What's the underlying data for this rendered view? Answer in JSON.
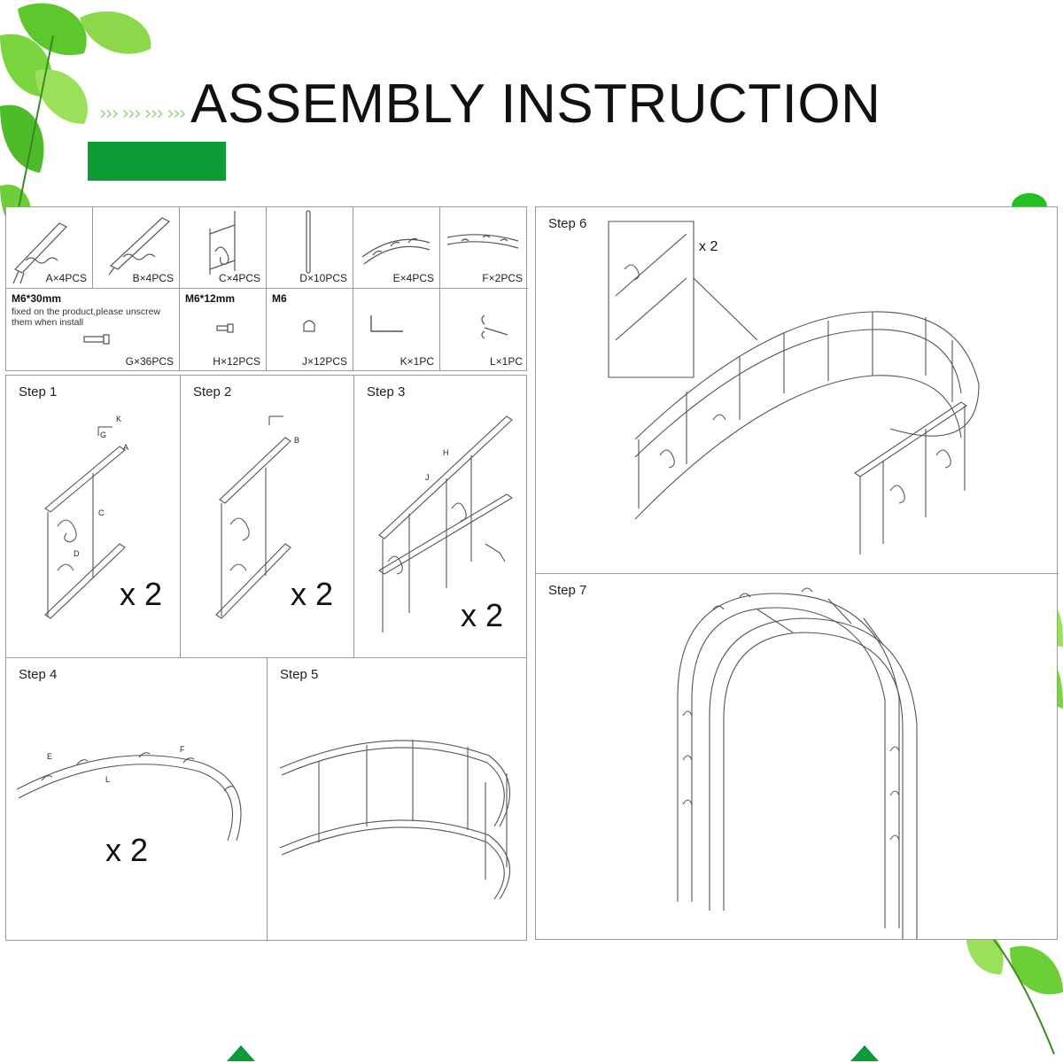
{
  "title": "ASSEMBLY INSTRUCTION",
  "colors": {
    "accent": "#0d9b35",
    "leaf": "#5cc82e",
    "line": "#555555"
  },
  "parts": [
    {
      "label": "A×4PCS"
    },
    {
      "label": "B×4PCS"
    },
    {
      "label": "C×4PCS"
    },
    {
      "label": "D×10PCS"
    },
    {
      "label": "E×4PCS"
    },
    {
      "label": "F×2PCS"
    }
  ],
  "hardware": {
    "g_title": "M6*30mm",
    "g_note": "fixed on the product,please unscrew them when install",
    "g_label": "G×36PCS",
    "h_title": "M6*12mm",
    "h_label": "H×12PCS",
    "j_title": "M6",
    "j_label": "J×12PCS",
    "k_label": "K×1PC",
    "l_label": "L×1PC"
  },
  "steps": {
    "s1": {
      "title": "Step 1",
      "qty": "x 2"
    },
    "s2": {
      "title": "Step 2",
      "qty": "x 2"
    },
    "s3": {
      "title": "Step 3",
      "qty": "x 2"
    },
    "s4": {
      "title": "Step 4",
      "qty": "x 2"
    },
    "s5": {
      "title": "Step 5"
    },
    "s6": {
      "title": "Step 6",
      "qty": "x 2"
    },
    "s7": {
      "title": "Step 7"
    }
  },
  "callouts": {
    "a": "A",
    "b": "B",
    "c": "C",
    "d": "D",
    "e": "E",
    "f": "F",
    "g": "G",
    "h": "H",
    "j": "J",
    "k": "K",
    "l": "L"
  }
}
